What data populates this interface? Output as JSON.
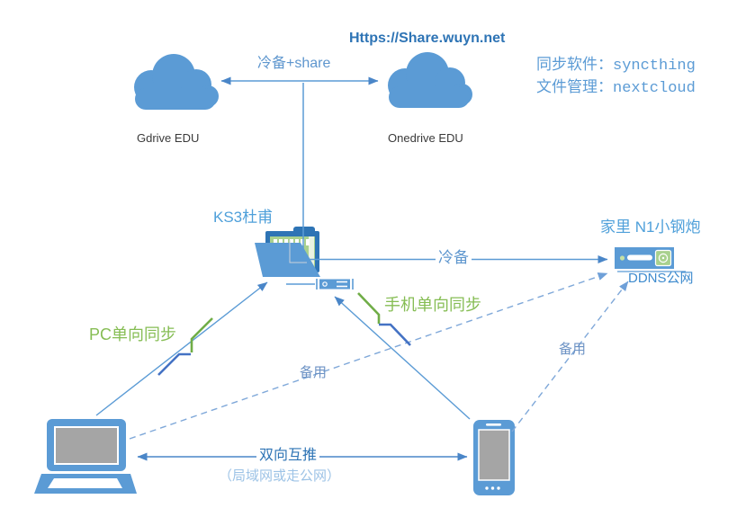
{
  "clouds": {
    "url": "Https://Share.wuyn.net",
    "link_label": "冷备+share",
    "left_label": "Gdrive EDU",
    "right_label": "Onedrive EDU"
  },
  "info": {
    "line1": "同步软件：syncthing",
    "line2": "文件管理：nextcloud"
  },
  "nodes": {
    "nas_label": "KS3杜甫",
    "n1_label": "家里 N1小钢炮",
    "ddns_label": "DDNS公网"
  },
  "edges": {
    "cold_backup": "冷备",
    "pc_sync": "PC单向同步",
    "phone_sync": "手机单向同步",
    "backup_left": "备用",
    "backup_right": "备用",
    "mutual_push": "双向互推",
    "mutual_push_note": "（局域网或走公网）"
  },
  "colors": {
    "accent_blue": "#5B9BD5",
    "dark_blue": "#2E74B5",
    "arrow_blue": "#4A86C8",
    "dashed_blue": "#7FA8D9",
    "zigzag_blue": "#4472C4",
    "zigzag_green": "#70AD47",
    "text_green": "#86BD54",
    "paper_green": "#A9D18E",
    "screen_gray": "#A5A5A5"
  }
}
